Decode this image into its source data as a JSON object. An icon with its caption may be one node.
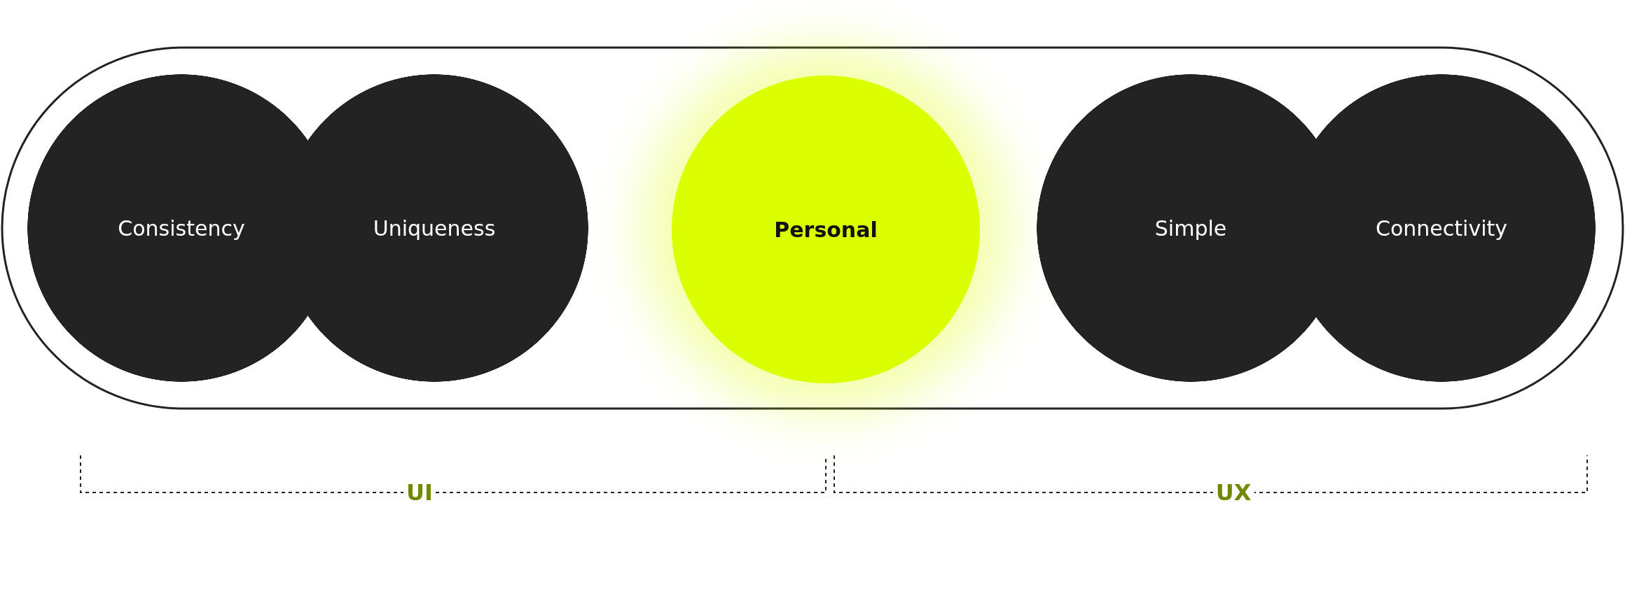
{
  "diagram": {
    "nodes": [
      {
        "text": [
          "Consistency"
        ]
      },
      {
        "text": [
          "Uniqueness"
        ]
      },
      {
        "text": [
          "Personal"
        ]
      },
      {
        "text": [
          "Simple"
        ]
      },
      {
        "text": [
          "Connectivity"
        ]
      }
    ],
    "labels": [
      "UI",
      "UX"
    ]
  }
}
